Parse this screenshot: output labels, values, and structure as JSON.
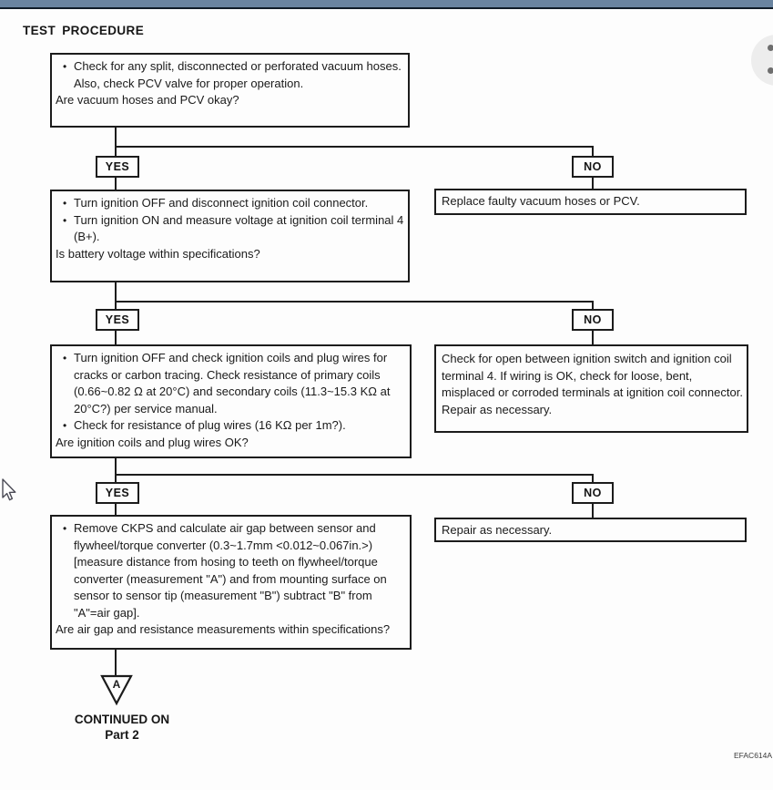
{
  "window": {
    "topbar_color": "#6a84a0",
    "topbar_edge_color": "#101c28"
  },
  "page": {
    "title": "TEST PROCEDURE",
    "doc_code": "EFAC614A",
    "connector_label": "A",
    "continued": {
      "line1": "CONTINUED ON",
      "line2": "Part 2"
    }
  },
  "flow": {
    "box1": {
      "bullets": [
        "Check for any split, disconnected or perforated vacuum hoses. Also, check PCV valve for proper operation."
      ],
      "question": "Are vacuum hoses and PCV okay?"
    },
    "yes1": "YES",
    "no1": "NO",
    "rbox1": {
      "text": "Replace faulty vacuum hoses or PCV."
    },
    "box2": {
      "bullets": [
        "Turn ignition OFF and disconnect ignition coil connector.",
        "Turn ignition ON and measure voltage at ignition coil terminal 4 (B+)."
      ],
      "question": "Is battery voltage within specifications?"
    },
    "yes2": "YES",
    "no2": "NO",
    "rbox2": {
      "text": "Check for open between ignition switch and ignition coil terminal 4. If wiring is OK, check for loose, bent, misplaced or corroded terminals at ignition coil connector.",
      "tail": "Repair as necessary."
    },
    "box3": {
      "bullets": [
        "Turn ignition OFF and check ignition coils and plug wires for cracks or carbon tracing. Check resistance of primary coils (0.66~0.82 Ω at 20°C) and secondary coils (11.3~15.3 KΩ at 20°C?) per service manual.",
        "Check for resistance of plug wires (16 KΩ per 1m?)."
      ],
      "question": "Are ignition coils and plug wires OK?"
    },
    "yes3": "YES",
    "no3": "NO",
    "rbox3": {
      "text": "Repair as necessary."
    },
    "box4": {
      "bullets": [
        "Remove CKPS and calculate air gap between sensor and flywheel/torque converter (0.3~1.7mm <0.012~0.067in.>) [measure distance from hosing to teeth on flywheel/torque converter (measurement \"A\") and from mounting surface on sensor to sensor tip (measurement \"B\") subtract \"B\" from \"A\"=air gap]."
      ],
      "question": "Are air gap and resistance measurements within specifications?"
    }
  }
}
